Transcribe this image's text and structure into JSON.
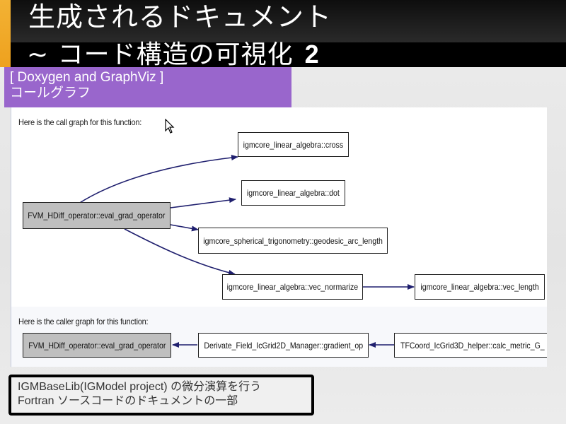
{
  "slide": {
    "title_line1": "生成されるドキュメント",
    "title_line2": "~ コード構造の可視化",
    "title_number": "2",
    "subtitle_line1": "[ Doxygen  and GraphViz ]",
    "subtitle_line2": "コールグラフ",
    "accent_color": "#f0a523",
    "subtitle_bg": "#9966cc"
  },
  "call_graph": {
    "caption": "Here is the call graph for this function:",
    "root": "FVM_HDiff_operator::eval_grad_operator",
    "nodes": [
      "igmcore_linear_algebra::cross",
      "igmcore_linear_algebra::dot",
      "igmcore_spherical_trigonometry::geodesic_arc_length",
      "igmcore_linear_algebra::vec_normarize",
      "igmcore_linear_algebra::vec_length"
    ],
    "edge_color": "#1f1f6e"
  },
  "caller_graph": {
    "caption": "Here is the caller graph for this function:",
    "nodes": [
      "FVM_HDiff_operator::eval_grad_operator",
      "Derivate_Field_IcGrid2D_Manager::gradient_op",
      "TFCoord_IcGrid3D_helper::calc_metric_G_"
    ]
  },
  "note": {
    "line1": "IGMBaseLib(IGModel project)  の微分演算を行う",
    "line2": "Fortran  ソースコードのドキュメントの一部"
  }
}
